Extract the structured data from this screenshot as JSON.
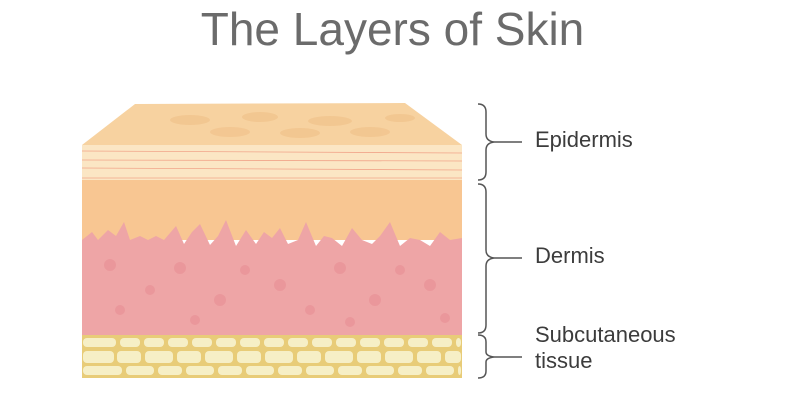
{
  "title": "The Layers of Skin",
  "labels": {
    "epidermis": "Epidermis",
    "dermis": "Dermis",
    "subcutaneous_line1": "Subcutaneous",
    "subcutaneous_line2": "tissue"
  },
  "colors": {
    "top": "#f7d2a0",
    "stripes": "#fbe6c4",
    "orange": "#f8c692",
    "pink": "#eea5a6",
    "fat": "#e8cc78",
    "fat_cell": "#f6efc6"
  }
}
